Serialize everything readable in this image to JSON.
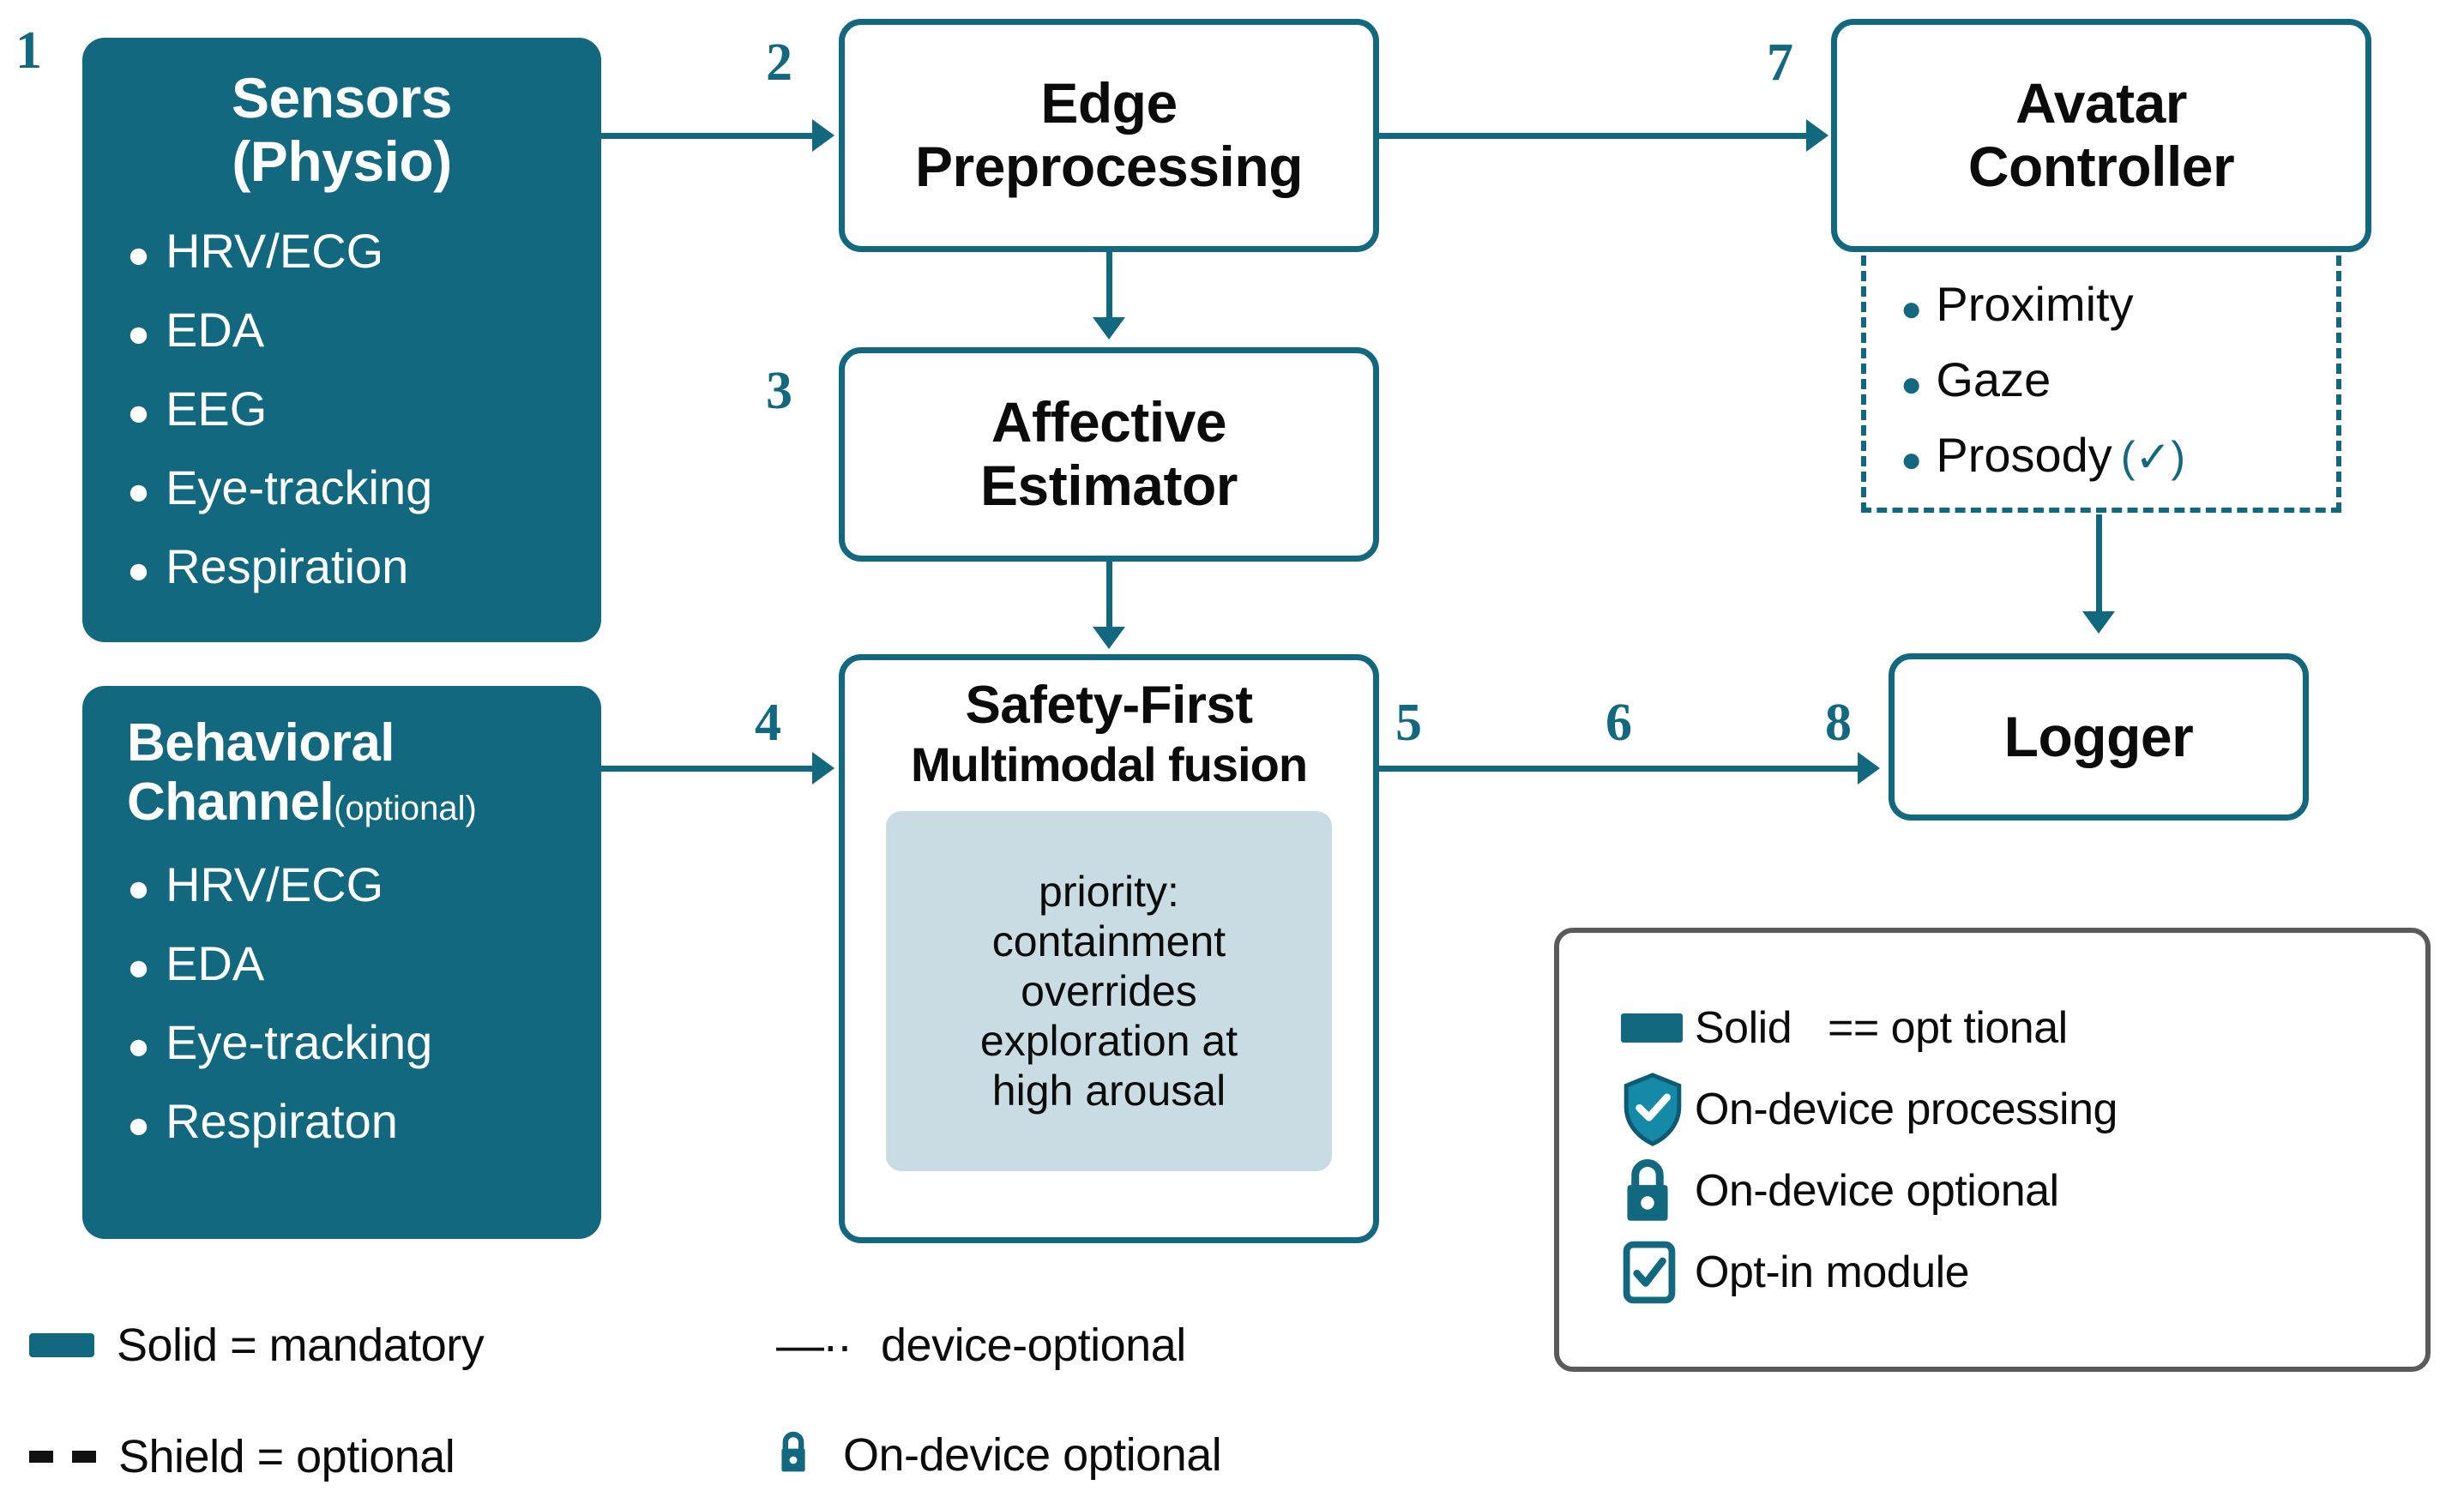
{
  "diagram": {
    "nodes": {
      "sensors": {
        "step": "1",
        "title": "Sensors\n(Physio)",
        "items": [
          "HRV/ECG",
          "EDA",
          "EEG",
          "Eye-tracking",
          "Respiration"
        ]
      },
      "behavioral": {
        "title_main": "Behavioral\nChannel",
        "title_sub": "(optional)",
        "items": [
          "HRV/ECG",
          "EDA",
          "Eye-tracking",
          "Respiraton"
        ]
      },
      "edge": {
        "step": "2",
        "title": "Edge\nPreprocessing"
      },
      "affective": {
        "step": "3",
        "title": "Affective\nEstimator"
      },
      "safety": {
        "step": "4",
        "title_main": "Safety-First",
        "title_sub": "Multimodal fusion",
        "callout": "priority:\ncontainment\noverrides\nexploration at\nhigh arousal"
      },
      "avatar": {
        "step": "7",
        "title": "Avatar\nController",
        "options": [
          "Proximity",
          "Gaze",
          "Prosody"
        ],
        "prosody_check": "(✓)"
      },
      "logger": {
        "title": "Logger"
      }
    },
    "edge_steps": {
      "safety_out": "5",
      "mid": "6",
      "logger_in": "8"
    }
  },
  "legend_panel": {
    "rows": [
      {
        "icon": "solid-swatch-icon",
        "label": "Solid   == opt tional"
      },
      {
        "icon": "shield-check-icon",
        "label": "On-device processing"
      },
      {
        "icon": "lock-icon",
        "label": "On-device optional"
      },
      {
        "icon": "checkbox-checked-icon",
        "label": "Opt-in module"
      }
    ]
  },
  "bottom_legend": {
    "items": [
      {
        "icon": "solid-swatch-icon",
        "label": "Solid = mandatory"
      },
      {
        "icon": "dashed-line-icon",
        "label": "Shield = optional"
      },
      {
        "icon": "mixed-line-icon",
        "label": "device-optional"
      },
      {
        "icon": "lock-icon",
        "label": "On-device optional"
      }
    ]
  },
  "colors": {
    "teal": "#12687E",
    "shield_fill": "#1489A8",
    "callout_bg": "#c9dce3",
    "legend_border": "#5a5a5a"
  }
}
